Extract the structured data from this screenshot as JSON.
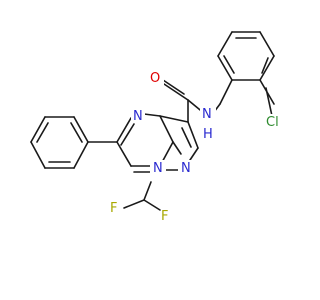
{
  "molecule": {
    "atoms": {
      "oxygen": "O",
      "amide_nitrogen": "N",
      "amide_hydrogen": "H",
      "chlorine": "Cl",
      "ring_nitrogen_top": "N",
      "ring_nitrogen_bridge": "N",
      "ring_nitrogen_pyrazole": "N",
      "fluorine_left": "F",
      "fluorine_right": "F"
    },
    "colors": {
      "bond": "#1a1a1a",
      "nitrogen": "#2a2ad0",
      "oxygen": "#e00000",
      "fluorine": "#a8a800",
      "chlorine": "#2e8b2e"
    }
  }
}
